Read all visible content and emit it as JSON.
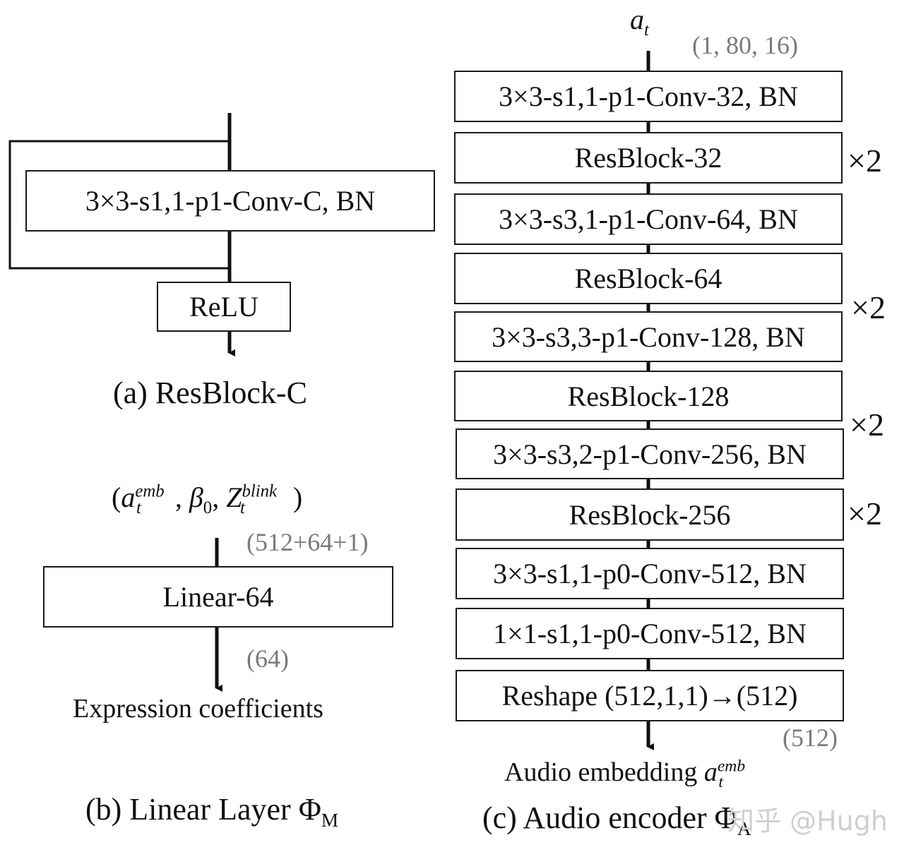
{
  "resblock": {
    "conv": "3×3-s1,1-p1-Conv-C, BN",
    "relu": "ReLU",
    "caption": "(a) ResBlock-C"
  },
  "linear": {
    "input_open": "(",
    "input_a": "a",
    "input_a_sup": "emb",
    "input_a_sub": "t",
    "input_sep1": ",  ",
    "input_beta": "β",
    "input_beta_sub": "0",
    "input_sep2": ", ",
    "input_z": "Z",
    "input_z_sup": "blink",
    "input_z_sub": "t",
    "input_close": ")",
    "in_dim": "(512+64+1)",
    "box": "Linear-64",
    "out_dim": "(64)",
    "output": "Expression coefficients",
    "caption_text": "(b) Linear Layer Φ",
    "caption_sub": "M"
  },
  "encoder": {
    "input_var": "a",
    "input_var_sub": "t",
    "input_dim": "(1, 80, 16)",
    "layers": [
      "3×3-s1,1-p1-Conv-32, BN",
      "ResBlock-32",
      "3×3-s3,1-p1-Conv-64, BN",
      "ResBlock-64",
      "3×3-s3,3-p1-Conv-128, BN",
      "ResBlock-128",
      "3×3-s3,2-p1-Conv-256, BN",
      "ResBlock-256",
      "3×3-s1,1-p0-Conv-512, BN",
      "1×1-s1,1-p0-Conv-512, BN",
      "Reshape (512,1,1)→(512)"
    ],
    "repeats": [
      "×2",
      "×2",
      "×2",
      "×2"
    ],
    "output_dim": "(512)",
    "output_text": "Audio embedding ",
    "output_var": "a",
    "output_var_sup": "emb",
    "output_var_sub": "t",
    "caption_text": "(c) Audio encoder Φ",
    "caption_sub": "A"
  },
  "watermark": "知乎 @Hugh"
}
